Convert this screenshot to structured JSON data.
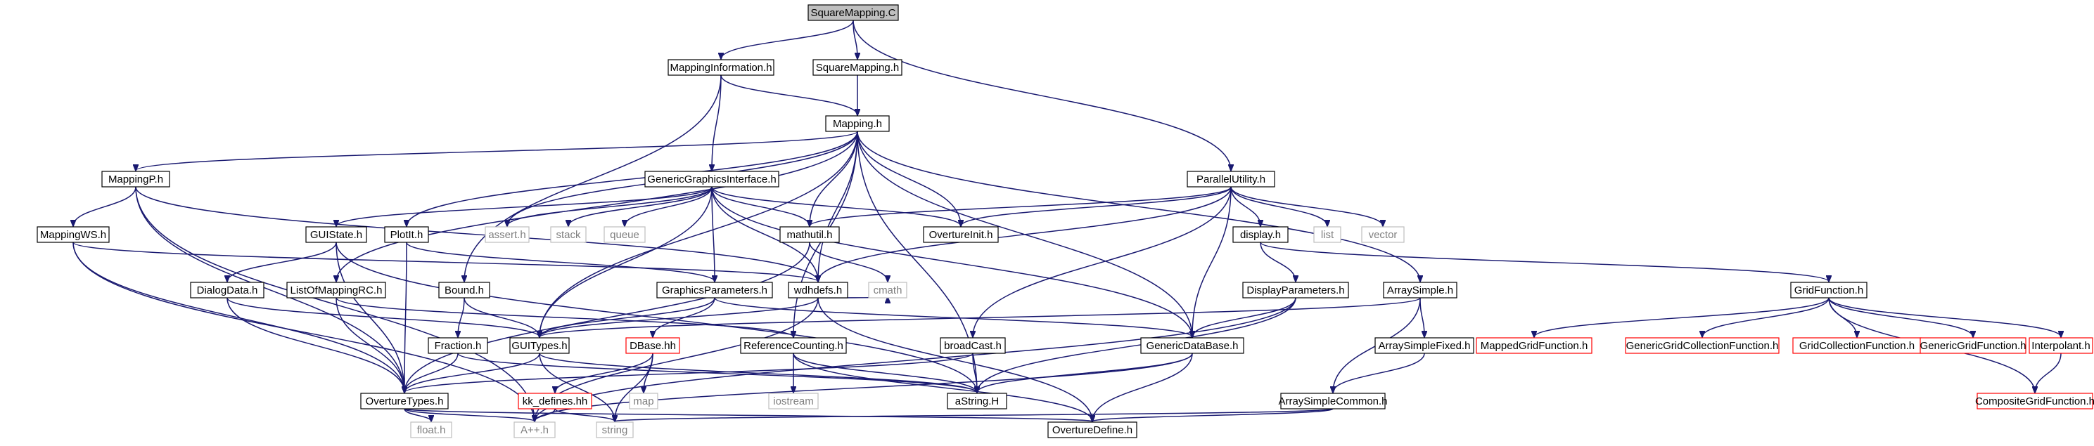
{
  "page": {
    "title": "SquareMapping.C",
    "background": "#ffffff"
  },
  "colors": {
    "edge": "#191970",
    "root_fill": "#bfbfbf",
    "normal_border": "#000000",
    "truncated_border": "#ff0000",
    "system_border": "#bfbfbf",
    "system_text": "#7f7f7f"
  },
  "nodes": {
    "SquareMapping_C": {
      "label": "SquareMapping.C",
      "kind": "root"
    },
    "MappingInformation_h": {
      "label": "MappingInformation.h",
      "kind": "normal"
    },
    "SquareMapping_h": {
      "label": "SquareMapping.h",
      "kind": "normal"
    },
    "Mapping_h": {
      "label": "Mapping.h",
      "kind": "normal"
    },
    "MappingP_h": {
      "label": "MappingP.h",
      "kind": "normal"
    },
    "GenericGraphicsInterface_h": {
      "label": "GenericGraphicsInterface.h",
      "kind": "normal"
    },
    "ParallelUtility_h": {
      "label": "ParallelUtility.h",
      "kind": "normal"
    },
    "MappingWS_h": {
      "label": "MappingWS.h",
      "kind": "normal"
    },
    "GUIState_h": {
      "label": "GUIState.h",
      "kind": "normal"
    },
    "PlotIt_h": {
      "label": "PlotIt.h",
      "kind": "normal"
    },
    "assert_h": {
      "label": "assert.h",
      "kind": "system"
    },
    "stack": {
      "label": "stack",
      "kind": "system"
    },
    "queue": {
      "label": "queue",
      "kind": "system"
    },
    "mathutil_h": {
      "label": "mathutil.h",
      "kind": "normal"
    },
    "OvertureInit_h": {
      "label": "OvertureInit.h",
      "kind": "normal"
    },
    "display_h": {
      "label": "display.h",
      "kind": "normal"
    },
    "list": {
      "label": "list",
      "kind": "system"
    },
    "vector": {
      "label": "vector",
      "kind": "system"
    },
    "DialogData_h": {
      "label": "DialogData.h",
      "kind": "normal"
    },
    "ListOfMappingRC_h": {
      "label": "ListOfMappingRC.h",
      "kind": "normal"
    },
    "Bound_h": {
      "label": "Bound.h",
      "kind": "normal"
    },
    "GraphicsParameters_h": {
      "label": "GraphicsParameters.h",
      "kind": "normal"
    },
    "wdhdefs_h": {
      "label": "wdhdefs.h",
      "kind": "normal"
    },
    "cmath": {
      "label": "cmath",
      "kind": "system"
    },
    "DisplayParameters_h": {
      "label": "DisplayParameters.h",
      "kind": "normal"
    },
    "ArraySimple_h": {
      "label": "ArraySimple.h",
      "kind": "normal"
    },
    "GridFunction_h": {
      "label": "GridFunction.h",
      "kind": "normal"
    },
    "Fraction_h": {
      "label": "Fraction.h",
      "kind": "normal"
    },
    "GUITypes_h": {
      "label": "GUITypes.h",
      "kind": "normal"
    },
    "DBase_hh": {
      "label": "DBase.hh",
      "kind": "truncated"
    },
    "ReferenceCounting_h": {
      "label": "ReferenceCounting.h",
      "kind": "normal"
    },
    "broadCast_h": {
      "label": "broadCast.h",
      "kind": "normal"
    },
    "GenericDataBase_h": {
      "label": "GenericDataBase.h",
      "kind": "normal"
    },
    "ArraySimpleFixed_h": {
      "label": "ArraySimpleFixed.h",
      "kind": "normal"
    },
    "MappedGridFunction_h": {
      "label": "MappedGridFunction.h",
      "kind": "truncated"
    },
    "GenericGridCollectionFunction_h": {
      "label": "GenericGridCollectionFunction.h",
      "kind": "truncated"
    },
    "GridCollectionFunction_h": {
      "label": "GridCollectionFunction.h",
      "kind": "truncated"
    },
    "GenericGridFunction_h": {
      "label": "GenericGridFunction.h",
      "kind": "truncated"
    },
    "Interpolant_h": {
      "label": "Interpolant.h",
      "kind": "truncated"
    },
    "OvertureTypes_h": {
      "label": "OvertureTypes.h",
      "kind": "normal"
    },
    "kk_defines_hh": {
      "label": "kk_defines.hh",
      "kind": "truncated"
    },
    "map": {
      "label": "map",
      "kind": "system"
    },
    "iostream": {
      "label": "iostream",
      "kind": "system"
    },
    "aString_H": {
      "label": "aString.H",
      "kind": "normal"
    },
    "ArraySimpleCommon_h": {
      "label": "ArraySimpleCommon.h",
      "kind": "normal"
    },
    "CompositeGridFunction_h": {
      "label": "CompositeGridFunction.h",
      "kind": "truncated"
    },
    "float_h": {
      "label": "float.h",
      "kind": "system"
    },
    "Aplusplus_h": {
      "label": "A++.h",
      "kind": "system"
    },
    "string": {
      "label": "string",
      "kind": "system"
    },
    "OvertureDefine_h": {
      "label": "OvertureDefine.h",
      "kind": "normal"
    }
  },
  "edges": [
    [
      "SquareMapping_C",
      "MappingInformation_h"
    ],
    [
      "SquareMapping_C",
      "SquareMapping_h"
    ],
    [
      "SquareMapping_C",
      "ParallelUtility_h"
    ],
    [
      "MappingInformation_h",
      "Mapping_h"
    ],
    [
      "MappingInformation_h",
      "GenericGraphicsInterface_h"
    ],
    [
      "MappingInformation_h",
      "Bound_h"
    ],
    [
      "SquareMapping_h",
      "Mapping_h"
    ],
    [
      "Mapping_h",
      "MappingP_h"
    ],
    [
      "Mapping_h",
      "PlotIt_h"
    ],
    [
      "Mapping_h",
      "assert_h"
    ],
    [
      "Mapping_h",
      "mathutil_h"
    ],
    [
      "Mapping_h",
      "OvertureInit_h"
    ],
    [
      "Mapping_h",
      "wdhdefs_h"
    ],
    [
      "Mapping_h",
      "ListOfMappingRC_h"
    ],
    [
      "Mapping_h",
      "GUITypes_h"
    ],
    [
      "Mapping_h",
      "GenericDataBase_h"
    ],
    [
      "Mapping_h",
      "ReferenceCounting_h"
    ],
    [
      "Mapping_h",
      "aString_H"
    ],
    [
      "Mapping_h",
      "ArraySimple_h"
    ],
    [
      "MappingP_h",
      "MappingWS_h"
    ],
    [
      "MappingP_h",
      "OvertureTypes_h"
    ],
    [
      "MappingP_h",
      "Aplusplus_h"
    ],
    [
      "MappingP_h",
      "wdhdefs_h"
    ],
    [
      "GenericGraphicsInterface_h",
      "GUIState_h"
    ],
    [
      "GenericGraphicsInterface_h",
      "assert_h"
    ],
    [
      "GenericGraphicsInterface_h",
      "stack"
    ],
    [
      "GenericGraphicsInterface_h",
      "queue"
    ],
    [
      "GenericGraphicsInterface_h",
      "mathutil_h"
    ],
    [
      "GenericGraphicsInterface_h",
      "OvertureInit_h"
    ],
    [
      "GenericGraphicsInterface_h",
      "GraphicsParameters_h"
    ],
    [
      "GenericGraphicsInterface_h",
      "wdhdefs_h"
    ],
    [
      "GenericGraphicsInterface_h",
      "GUITypes_h"
    ],
    [
      "GenericGraphicsInterface_h",
      "GenericDataBase_h"
    ],
    [
      "ParallelUtility_h",
      "mathutil_h"
    ],
    [
      "ParallelUtility_h",
      "OvertureInit_h"
    ],
    [
      "ParallelUtility_h",
      "display_h"
    ],
    [
      "ParallelUtility_h",
      "list"
    ],
    [
      "ParallelUtility_h",
      "vector"
    ],
    [
      "ParallelUtility_h",
      "wdhdefs_h"
    ],
    [
      "ParallelUtility_h",
      "broadCast_h"
    ],
    [
      "ParallelUtility_h",
      "GenericDataBase_h"
    ],
    [
      "MappingWS_h",
      "OvertureTypes_h"
    ],
    [
      "MappingWS_h",
      "Aplusplus_h"
    ],
    [
      "MappingWS_h",
      "wdhdefs_h"
    ],
    [
      "GUIState_h",
      "DialogData_h"
    ],
    [
      "GUIState_h",
      "OvertureTypes_h"
    ],
    [
      "GUIState_h",
      "aString_H"
    ],
    [
      "PlotIt_h",
      "OvertureTypes_h"
    ],
    [
      "PlotIt_h",
      "GraphicsParameters_h"
    ],
    [
      "mathutil_h",
      "cmath"
    ],
    [
      "mathutil_h",
      "OvertureTypes_h"
    ],
    [
      "display_h",
      "DisplayParameters_h"
    ],
    [
      "display_h",
      "GridFunction_h"
    ],
    [
      "DialogData_h",
      "GUITypes_h"
    ],
    [
      "DialogData_h",
      "OvertureTypes_h"
    ],
    [
      "ListOfMappingRC_h",
      "OvertureTypes_h"
    ],
    [
      "ListOfMappingRC_h",
      "ReferenceCounting_h"
    ],
    [
      "Bound_h",
      "Fraction_h"
    ],
    [
      "Bound_h",
      "GUITypes_h"
    ],
    [
      "GraphicsParameters_h",
      "GUITypes_h"
    ],
    [
      "GraphicsParameters_h",
      "DBase_hh"
    ],
    [
      "GraphicsParameters_h",
      "GenericDataBase_h"
    ],
    [
      "wdhdefs_h",
      "cmath"
    ],
    [
      "wdhdefs_h",
      "OvertureDefine_h"
    ],
    [
      "wdhdefs_h",
      "GUITypes_h"
    ],
    [
      "wdhdefs_h",
      "Aplusplus_h"
    ],
    [
      "DisplayParameters_h",
      "GenericDataBase_h"
    ],
    [
      "DisplayParameters_h",
      "aString_H"
    ],
    [
      "DisplayParameters_h",
      "Aplusplus_h"
    ],
    [
      "ArraySimple_h",
      "ArraySimpleFixed_h"
    ],
    [
      "ArraySimple_h",
      "ArraySimpleCommon_h"
    ],
    [
      "ArraySimple_h",
      "GUITypes_h"
    ],
    [
      "GridFunction_h",
      "MappedGridFunction_h"
    ],
    [
      "GridFunction_h",
      "GenericGridCollectionFunction_h"
    ],
    [
      "GridFunction_h",
      "GridCollectionFunction_h"
    ],
    [
      "GridFunction_h",
      "GenericGridFunction_h"
    ],
    [
      "GridFunction_h",
      "Interpolant_h"
    ],
    [
      "GridFunction_h",
      "CompositeGridFunction_h"
    ],
    [
      "Fraction_h",
      "OvertureTypes_h"
    ],
    [
      "GUITypes_h",
      "OvertureTypes_h"
    ],
    [
      "GUITypes_h",
      "string"
    ],
    [
      "GUITypes_h",
      "aString_H"
    ],
    [
      "DBase_hh",
      "kk_defines_hh"
    ],
    [
      "DBase_hh",
      "map"
    ],
    [
      "DBase_hh",
      "string"
    ],
    [
      "ReferenceCounting_h",
      "iostream"
    ],
    [
      "ReferenceCounting_h",
      "aString_H"
    ],
    [
      "ReferenceCounting_h",
      "OvertureDefine_h"
    ],
    [
      "broadCast_h",
      "OvertureTypes_h"
    ],
    [
      "broadCast_h",
      "aString_H"
    ],
    [
      "GenericDataBase_h",
      "aString_H"
    ],
    [
      "GenericDataBase_h",
      "OvertureDefine_h"
    ],
    [
      "GenericDataBase_h",
      "Aplusplus_h"
    ],
    [
      "ArraySimpleFixed_h",
      "ArraySimpleCommon_h"
    ],
    [
      "Interpolant_h",
      "CompositeGridFunction_h"
    ],
    [
      "OvertureTypes_h",
      "float_h"
    ],
    [
      "OvertureTypes_h",
      "Aplusplus_h"
    ],
    [
      "OvertureTypes_h",
      "OvertureDefine_h"
    ],
    [
      "kk_defines_hh",
      "string"
    ],
    [
      "kk_defines_hh",
      "Aplusplus_h"
    ],
    [
      "ArraySimpleCommon_h",
      "string"
    ],
    [
      "ArraySimpleCommon_h",
      "OvertureDefine_h"
    ],
    [
      "Fraction_h",
      "aString_H"
    ]
  ]
}
